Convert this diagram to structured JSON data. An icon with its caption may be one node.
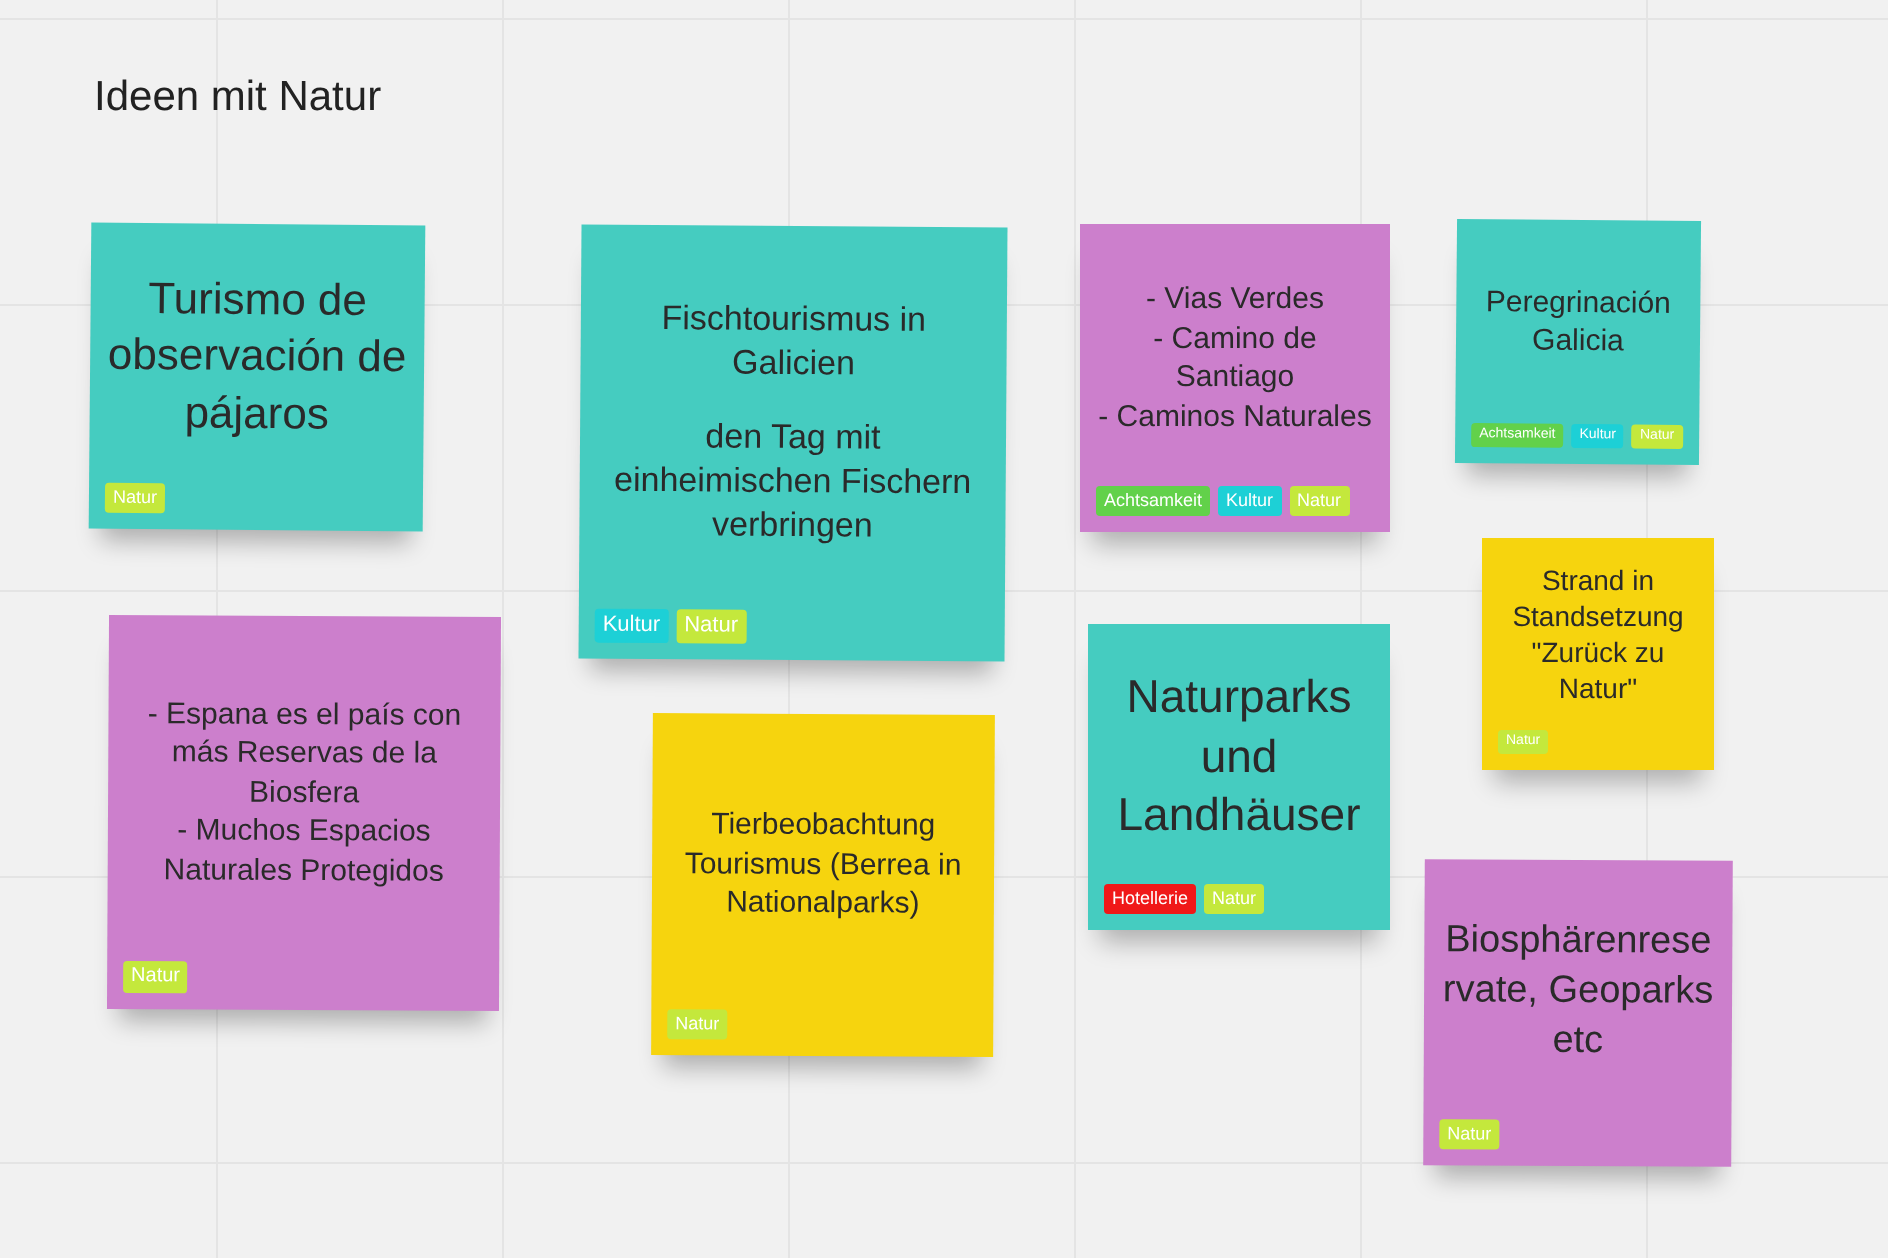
{
  "diagram": {
    "title": "Ideen mit Natur",
    "nodes": [
      {
        "text": [
          "Turismo de observación de pájaros"
        ]
      },
      {
        "text": [
          "Natur"
        ],
        "in": 0
      },
      {
        "text": [
          "Fischtourismus in Galicien",
          "den Tag mit einheimischen Fischern verbringen"
        ]
      },
      {
        "text": [
          "Kultur"
        ],
        "in": 2
      },
      {
        "text": [
          "Natur"
        ],
        "in": 2
      },
      {
        "text": [
          "-  Vias Verdes",
          "- Camino de Santiago",
          "- Caminos Naturales"
        ]
      },
      {
        "text": [
          "Achtsamkeit"
        ],
        "in": 5
      },
      {
        "text": [
          "Kultur"
        ],
        "in": 5
      },
      {
        "text": [
          "Natur"
        ],
        "in": 5
      },
      {
        "text": [
          "Peregrinación Galicia"
        ]
      },
      {
        "text": [
          "Achtsamkeit"
        ],
        "in": 9
      },
      {
        "text": [
          "Kultur"
        ],
        "in": 9
      },
      {
        "text": [
          "Natur"
        ],
        "in": 9
      },
      {
        "text": [
          "Strand in Standsetzung \"Zurück zu Natur\""
        ]
      },
      {
        "text": [
          "Natur"
        ],
        "in": 13
      },
      {
        "text": [
          "- Espana es el país con más Reservas de la Biosfera",
          "- Muchos Espacios Naturales Protegidos"
        ]
      },
      {
        "text": [
          "Natur"
        ],
        "in": 15
      },
      {
        "text": [
          "Naturparks und Landhäuser"
        ]
      },
      {
        "text": [
          "Hotellerie"
        ],
        "in": 17
      },
      {
        "text": [
          "Natur"
        ],
        "in": 17
      },
      {
        "text": [
          "Tierbeobachtung Tourismus (Berrea in Nationalparks)"
        ]
      },
      {
        "text": [
          "Natur"
        ],
        "in": 20
      },
      {
        "text": [
          "Biosphärenreservate, Geoparks etc"
        ]
      },
      {
        "text": [
          "Natur"
        ],
        "in": 22
      }
    ]
  }
}
